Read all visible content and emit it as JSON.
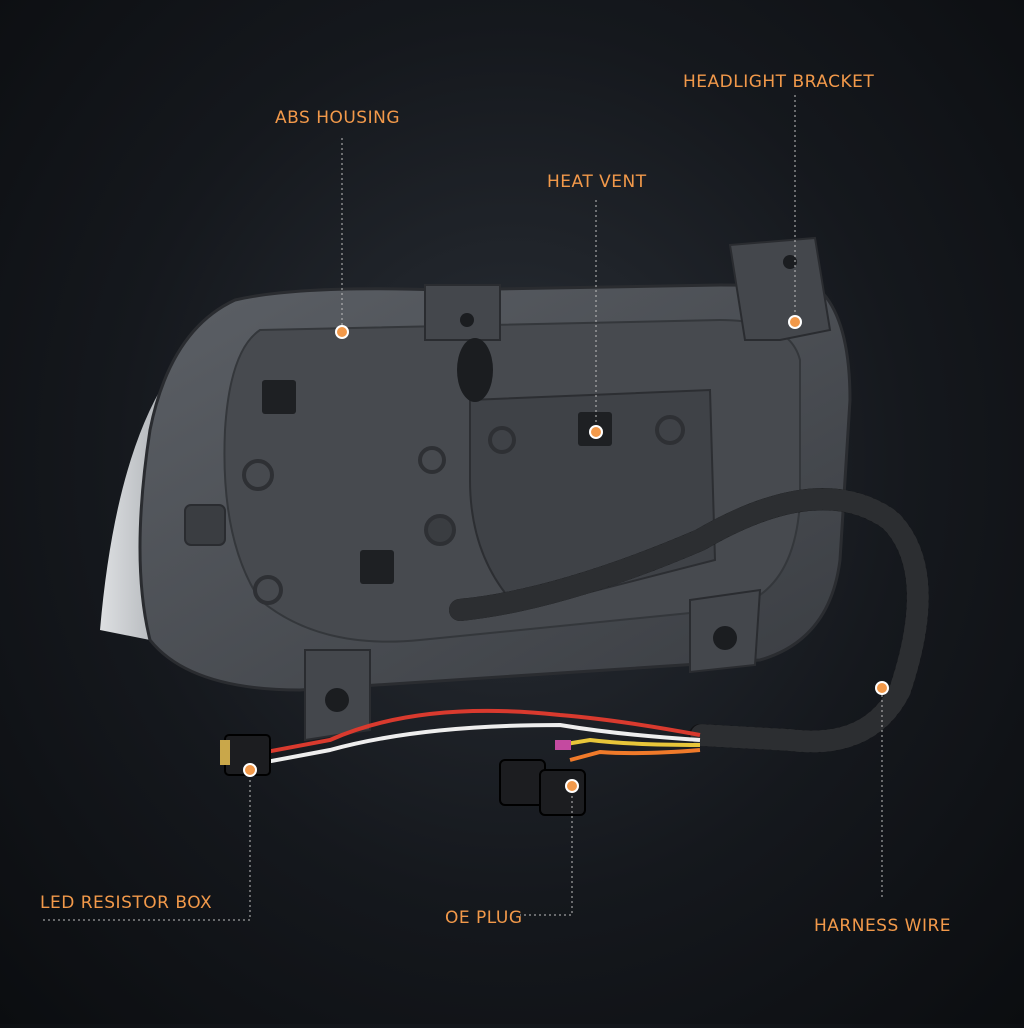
{
  "callouts": {
    "abs_housing": "ABS HOUSING",
    "headlight_bracket": "HEADLIGHT BRACKET",
    "heat_vent": "HEAT VENT",
    "led_resistor_box": "LED RESISTOR BOX",
    "oe_plug": "OE PLUG",
    "harness_wire": "HARNESS WIRE"
  },
  "colors": {
    "accent": "#f2994a",
    "background": "#15181d",
    "housing": "#4a4d52"
  }
}
